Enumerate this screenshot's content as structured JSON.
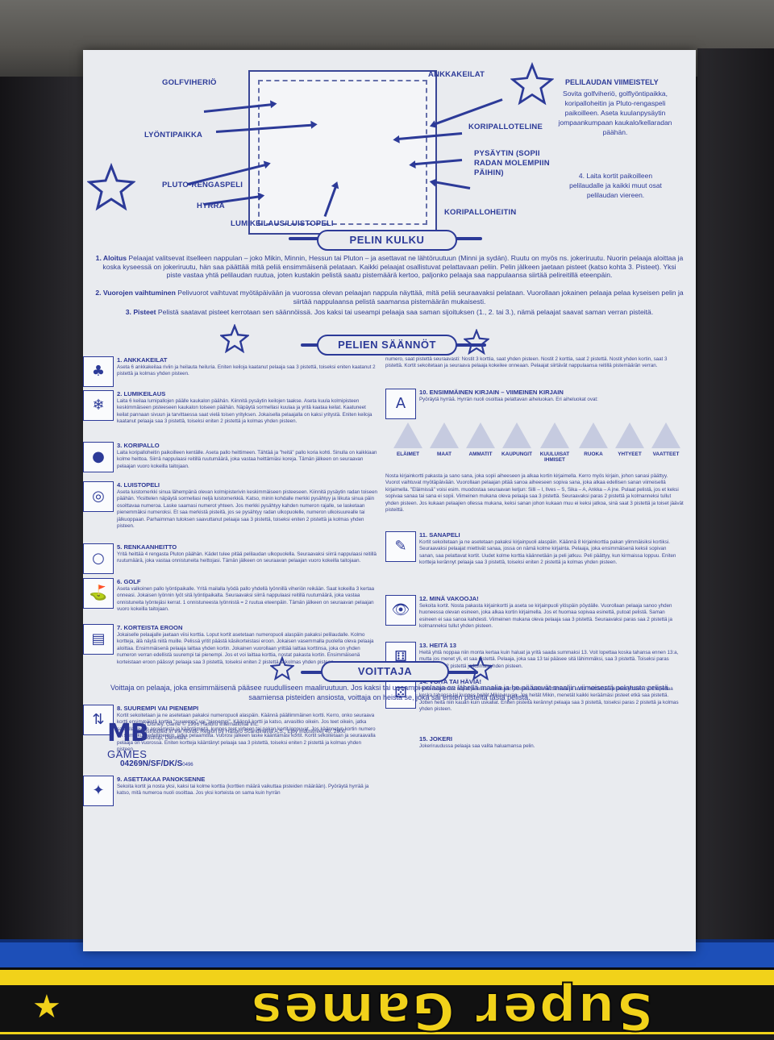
{
  "box": {
    "title": "Super Games"
  },
  "diagram": {
    "callouts": {
      "golfviherio": "GOLFVIHERIÖ",
      "lyontipaikka": "LYÖNTIPAIKKA",
      "pluto_rengaspeli": "PLUTO-RENGASPELI",
      "hyrra": "HYRRÄ",
      "lumikeilaus": "LUMIKEILAUS/LUISTOPELI",
      "ankkakeilat": "ANKKAKEILAT",
      "koripalloteline": "KORIPALLOTELINE",
      "pysaytin_1": "PYSÄYTIN (SOPII",
      "pysaytin_2": "RADAN MOLEMPIIN",
      "pysaytin_3": "PÄIHIN)",
      "koripalloheitin": "KORIPALLOHEITIN"
    },
    "assembly": {
      "title": "PELILAUDAN VIIMEISTELY",
      "text": "Sovita golfviheriö, golflyöntipaikka, koripalloheitin ja Pluto-rengaspeli paikoilleen. Aseta kuulanpysäytin jompaankumpaan kaukalo/kellaradan päähän.",
      "step4": "4. Laita kortit paikoilleen pelilaudalle ja kaikki muut osat pelilaudan viereen."
    }
  },
  "pelin_kulku": {
    "title": "PELIN KULKU",
    "p1_label": "1. Aloitus",
    "p1": "Pelaajat valitsevat itselleen nappulan – joko Mikin, Minnin, Hessun tai Pluton – ja asettavat ne lähtöruutuun (Minni ja sydän). Ruutu on myös ns. jokeriruutu. Nuorin pelaaja aloittaa ja koska kyseessä on jokeriruutu, hän saa päättää mitä peliä ensimmäisenä pelataan. Kaikki pelaajat osallistuvat pelattavaan peliin. Pelin jälkeen jaetaan pisteet (katso kohta 3. Pisteet). Yksi piste vastaa yhtä pelilaudan ruutua, joten kustakin pelistä saatu pistemäärä kertoo, paljonko pelaaja saa nappulaansa siirtää pelireitillä eteenpäin.",
    "p2_label": "2. Vuorojen vaihtuminen",
    "p2": "Pelivuorot vaihtuvat myötäpäivään ja vuorossa olevan pelaajan nappula näyttää, mitä peliä seuraavaksi pelataan. Vuorollaan jokainen pelaaja pelaa kyseisen pelin ja siirtää nappulaansa pelistä saamansa pistemäärän mukaisesti.",
    "p3_label": "3. Pisteet",
    "p3": "Pelistä saatavat pisteet kerrotaan sen säännöissä. Jos kaksi tai useampi pelaaja saa saman sijoituksen (1., 2. tai 3.), nämä pelaajat saavat saman verran pisteitä."
  },
  "pelien_saannot": {
    "title": "PELIEN SÄÄNNÖT",
    "left_rules": [
      {
        "title": "1. ANKKAKEILAT",
        "text": "Aseta 6 ankkakeilaa riviin ja heilauta heiluria. Eniten keiloja kaatanut pelaaja saa 3 pistettä, toiseksi eniten kaatanut 2 pistettä ja kolmas yhden pisteen."
      },
      {
        "title": "2. LUMIKEILAUS",
        "text": "Laita 6 keilaa lumipallojen päälle kaukalon päähän. Kiinnitä pysäytin keilojen taakse. Aseta kuula kolmipisteen keskimmäiseen pisteeseen kaukalon toiseen päähän. Näpäytä sormellasi kuulaa ja yritä kaataa keilat. Kaatuneet keilat pannaan sivuun ja tarvittaessa saat vielä toisen yrityksen. Jokaisella pelaajalla on kaksi yritystä. Eniten keiloja kaatanut pelaaja saa 3 pistettä, toiseksi eniten 2 pistettä ja kolmas yhden pisteen."
      },
      {
        "title": "3. KORIPALLO",
        "text": "Laita koripalloheitin paikoilleen kentälle. Aseta pallo heittimeen. Tähtää ja \"heitä\" pallo koria kohti. Sinulla on kaikkiaan kolme heittoa. Siirrä nappulaasi reitillä ruutumäärä, joka vastaa heittämiäsi koreja. Tämän jälkeen on seuraavan pelaajan vuoro kokeilla taitojaan."
      },
      {
        "title": "4. LUISTOPELI",
        "text": "Aseta luistomerkki sinua lähempänä olevan kolmipisterivin keskimmäiseen pisteeseen. Kiinnitä pysäytin radan toiseen päähän. Yksittelen näpäytä sormellasi neljä luistomerkkiä. Katso, minin kohdalle merkki pysähtyy ja liikuta sinua päin osoittavaa numeroa. Laske saamasi numerot yhteen. Jos merkki pysähtyy kahden numeron rajalle, se lasketaan pienemmäksi numeroksi. Et saa merkistä pisteitä, jos se pysähtyy radan ulkopuolelle, numeron ulkoisuurealle tai jälkuoppaan. Parhaimman tuloksen saavuttanut pelaaja saa 3 pistettä, toiseksi eniten 2 pistettä ja kolmas yhden pisteen."
      },
      {
        "title": "5. RENKAANHEITTO",
        "text": "Yritä heittää 4 rengasta Pluton päähän. Kädet tulee pitää pelilaudan ulkopuolella. Seuraavaksi siirrä nappulaasi reitillä ruutumäärä, joka vastaa onnistuneita heittojasi. Tämän jälkeen on seuraavan pelaajan vuoro kokeilla taitojaan."
      },
      {
        "title": "6. GOLF",
        "text": "Aseta valkoinen pallo lyöntipaikalle. Yritä mailalla lyödä pallo yhdellä lyönnillä viheriön reikään. Saat kokeilla 3 kertaa onneasi. Jokaisen lyönnin lyöt sitä lyöntipaikalta. Seuraavaksi siirrä nappulaasi reitillä ruutumäärä, joka vastaa onnistuneita lyöntejäsi kerrat. 1 onnistuneesta lyönnistä = 2 ruutua eteenpäin. Tämän jälkeen on seuraavan pelaajan vuoro kokeilla taitojaan."
      },
      {
        "title": "7. KORTEISTA EROON",
        "text": "Jokaiselle pelaajalle jaetaan viisi korttia. Loput kortit asetetaan numeropuoli alaspäin pakaksi pelilaudalle. Kolmo kortteja, älä näytä niitä muille. Pelissä yritit päästä käsikorteistasi eroon. Jokaisen vasemmalla puolella oleva pelaaja aloittaa. Ensimmäisenä pelaaja laittaa yhden kortin. Jokainen vuorollaan yrittää laittaa korttinsa, joka on yhden numeron verran edellistä suurempi tai pienempi. Jos et voi laittaa korttia, nostat pakasta kortin. Ensimmäisenä korteistaan eroon päässyt pelaaja saa 3 pistettä, toiseksi eniten 2 pistettä ja kolmas yhden pisteen."
      },
      {
        "title": "8. SUUREMPI VAI PIENEMPI",
        "text": "Kortit sekoitetaan ja ne asetetaan pakaksi numeropuoli alaspäin. Käännä päällimmäinen kortti. Kerro, onko seuraava kortti ensimmäistä korttia \"suurempi\" vai \"pienempi\". Käännä kortti ja katso, arvasitko oikein. Jos teet oikein, jatka samalla tavoin arvaamista ja kääntämistä, kunnes teet virheen tai pakan kortit loppuvat. Jos käännetyn kortin numero on sama kuin edellinenkin, jatka pelaamista. Vuorosi jälkeen laske kääntämäsi kortit. Kortit sekoitetaan ja seuraavalla pelaaja on vuorossa. Eniten kortteja kääntänyt pelaaja saa 3 pistettä, toiseksi eniten 2 pistettä ja kolmas yhden pisteen."
      },
      {
        "title": "9. ASETTAKAA PANOKSENNE",
        "text": "Sekoita kortit ja nosta yksi, kaksi tai kolme korttia (korttien määrä vaikuttaa pisteiden määrään). Pyöräytä hyrrää ja katso, mitä numeroa nuoli osoittaa. Jos yksi korteista on sama kuin hyrrän"
      }
    ],
    "right_top": "numero, saat pistettä seuraavasti: Nostit 3 korttia, saat yhden pisteen. Nostit 2 korttia, saat 2 pistettä. Nostit yhden kortin, saat 3 pistettä. Kortit sekoitetaan ja seuraava pelaaja kokeilee onneaan. Pelaajat siirtävät nappulaansa reitillä pistemäärän verran.",
    "rule10": {
      "title": "10. ENSIMMÄINEN KIRJAIN – VIIMEINEN KIRJAIN",
      "text": "Pyöräytä hyrrää. Hyrrän nuoli osoittaa pelattavan aiheluokan. Eri aiheluokat ovat:"
    },
    "categories": [
      "ELÄIMET",
      "MAAT",
      "AMMATIT",
      "KAUPUNGIT",
      "KUULUISAT IHMISET",
      "RUOKA",
      "YHTYEET",
      "VAATTEET"
    ],
    "rule10_text": "Nosta kirjainkortti pakasta ja sano sana, joka sopii aiheeseen ja alkaa kortin kirjaimella. Kerro myös kirjain, johon sanasi päättyy. Vuorot vaihtuvat myötäpäivään. Vuorollaan pelaajan pitää sanoa aiheeseen sopiva sana, joka alkaa edellisen sanan viimeisellä kirjaimella. \"Eläimissä\" voisi esim. muodostaa seuraavan ketjun: Silli – I, Ilves – S, Sika – A, Ankka – A jne. Pulaat pelistä, jos et keksi sopivaa sanaa tai sana ei sopii. Viimeinen mukana oleva pelaaja saa 3 pistettä. Seuraavaksi paras 2 pistettä ja kolmanneksi tullut yhden pisteen. Jos kukaan pelaajien ollessa mukana, keksi sanan johon kukaan muu ei keksi jatkoa, sinä saat 3 pistettä ja toiset jäävät pisteittä.",
    "right_rules": [
      {
        "title": "11. SANAPELI",
        "text": "Kortit sekoitetaan ja ne asetetaan pakaksi kirjainpuoli alaspäin. Käännä 8 kirjainkorttia pakan ylimmäisiksi kortiksi. Seuraavaksi pelaajat miettivät sanaa, jossa on nämä kolme kirjainta. Pelaaja, joka ensimmäisenä keksii sopivan sanan, saa pelattavat kortit. Uudet kolme korttia käännetään ja peli jatkuu. Peli päättyy, kun kirmaissa loppuu. Eniten kortteja kerännyt pelaaja saa 3 pistettä, toiseksi eniten 2 pistettä ja kolmas yhden pisteen."
      },
      {
        "title": "12. MINÄ VAKOOJA!",
        "text": "Sekoita kortit. Nosta pakasta kirjainkortti ja aseta se kirjainpuoli ylöspäin pöydälle. Vuorollaan pelaaja sanoo yhden huoneessa olevan esineen, joka alkaa kortin kirjaimella. Jos et huomaa sopivaa esinettä, putoat pelistä. Saman esineen ei saa sanoa kahdesti. Viimeinen mukana oleva pelaaja saa 3 pistettä. Seuraavaksi paras saa 2 pistettä ja kolmanneksi tullut yhden pisteen."
      },
      {
        "title": "13. HEITÄ 13",
        "text": "Heitä yhtä noppaa niin monta kertaa kuin haluat ja yritä saada summaksi 13. Voit lopettaa koska tahansa ennen 13:a, mutta jos menet yli, et saa pistettä. Pelaaja, joka saa 13 tai pääsee sitä lähimmäksi, saa 3 pistettä. Toiseksi paras heittäjä saa 2 pistettä ja kolmas yhden pisteen."
      },
      {
        "title": "14. VOITA TAI HÄVIÄ!",
        "text": "Heitä molemmat nopat ja laske silmäluvut yhteen. Jatka heittämistä ja laske heittämäsi pisteet yhteen. Voit lopettaa koska tahansa tai kunnes heität Mikin-kuvan. Jos heität Mikin, menetät kaikki keräämäsi pisteet etkä saa pistettä. Jotten heitä niin kauan kuin uskallat. Eniten pisteitä kerännyt pelaaja saa 3 pistettä, toiseksi paras 2 pistettä ja kolmas yhden pisteen."
      },
      {
        "title": "15. JOKERI",
        "text": "Jokeriruudussa pelaaja saa valita haluamansa pelin."
      }
    ]
  },
  "voittaja": {
    "title": "VOITTAJA",
    "text": "Voittaja on pelaaja, joka ensimmäisenä pääsee ruudulliseen maaliruutuun. Jos kaksi tai useampi pelaaja on lähellä maalia ja he pääsevät maaliin viimeisestä pelatusta pelistä saamiensa pisteiden ansiosta, voittaja on heistä se, joka sai eniten pisteitä tästä pelistä."
  },
  "footer": {
    "logo": "MB",
    "games": "GAMES",
    "copyright_1": "© Disney. Game © 1996 Hasbro International Inc.",
    "copyright_2": "Distributed in the Nordic Region by Hasbro Scandinavia A.S., Ejby Industrivej 40, 2600",
    "copyright_3": "Glostrup, Denmark.",
    "code": "04269N/SF/DK/S",
    "code_suffix": "0496"
  },
  "colors": {
    "ink": "#2c3a98",
    "paper": "#e9ebef",
    "box_blue": "#1d4fb8",
    "box_yellow": "#f1d21a"
  }
}
